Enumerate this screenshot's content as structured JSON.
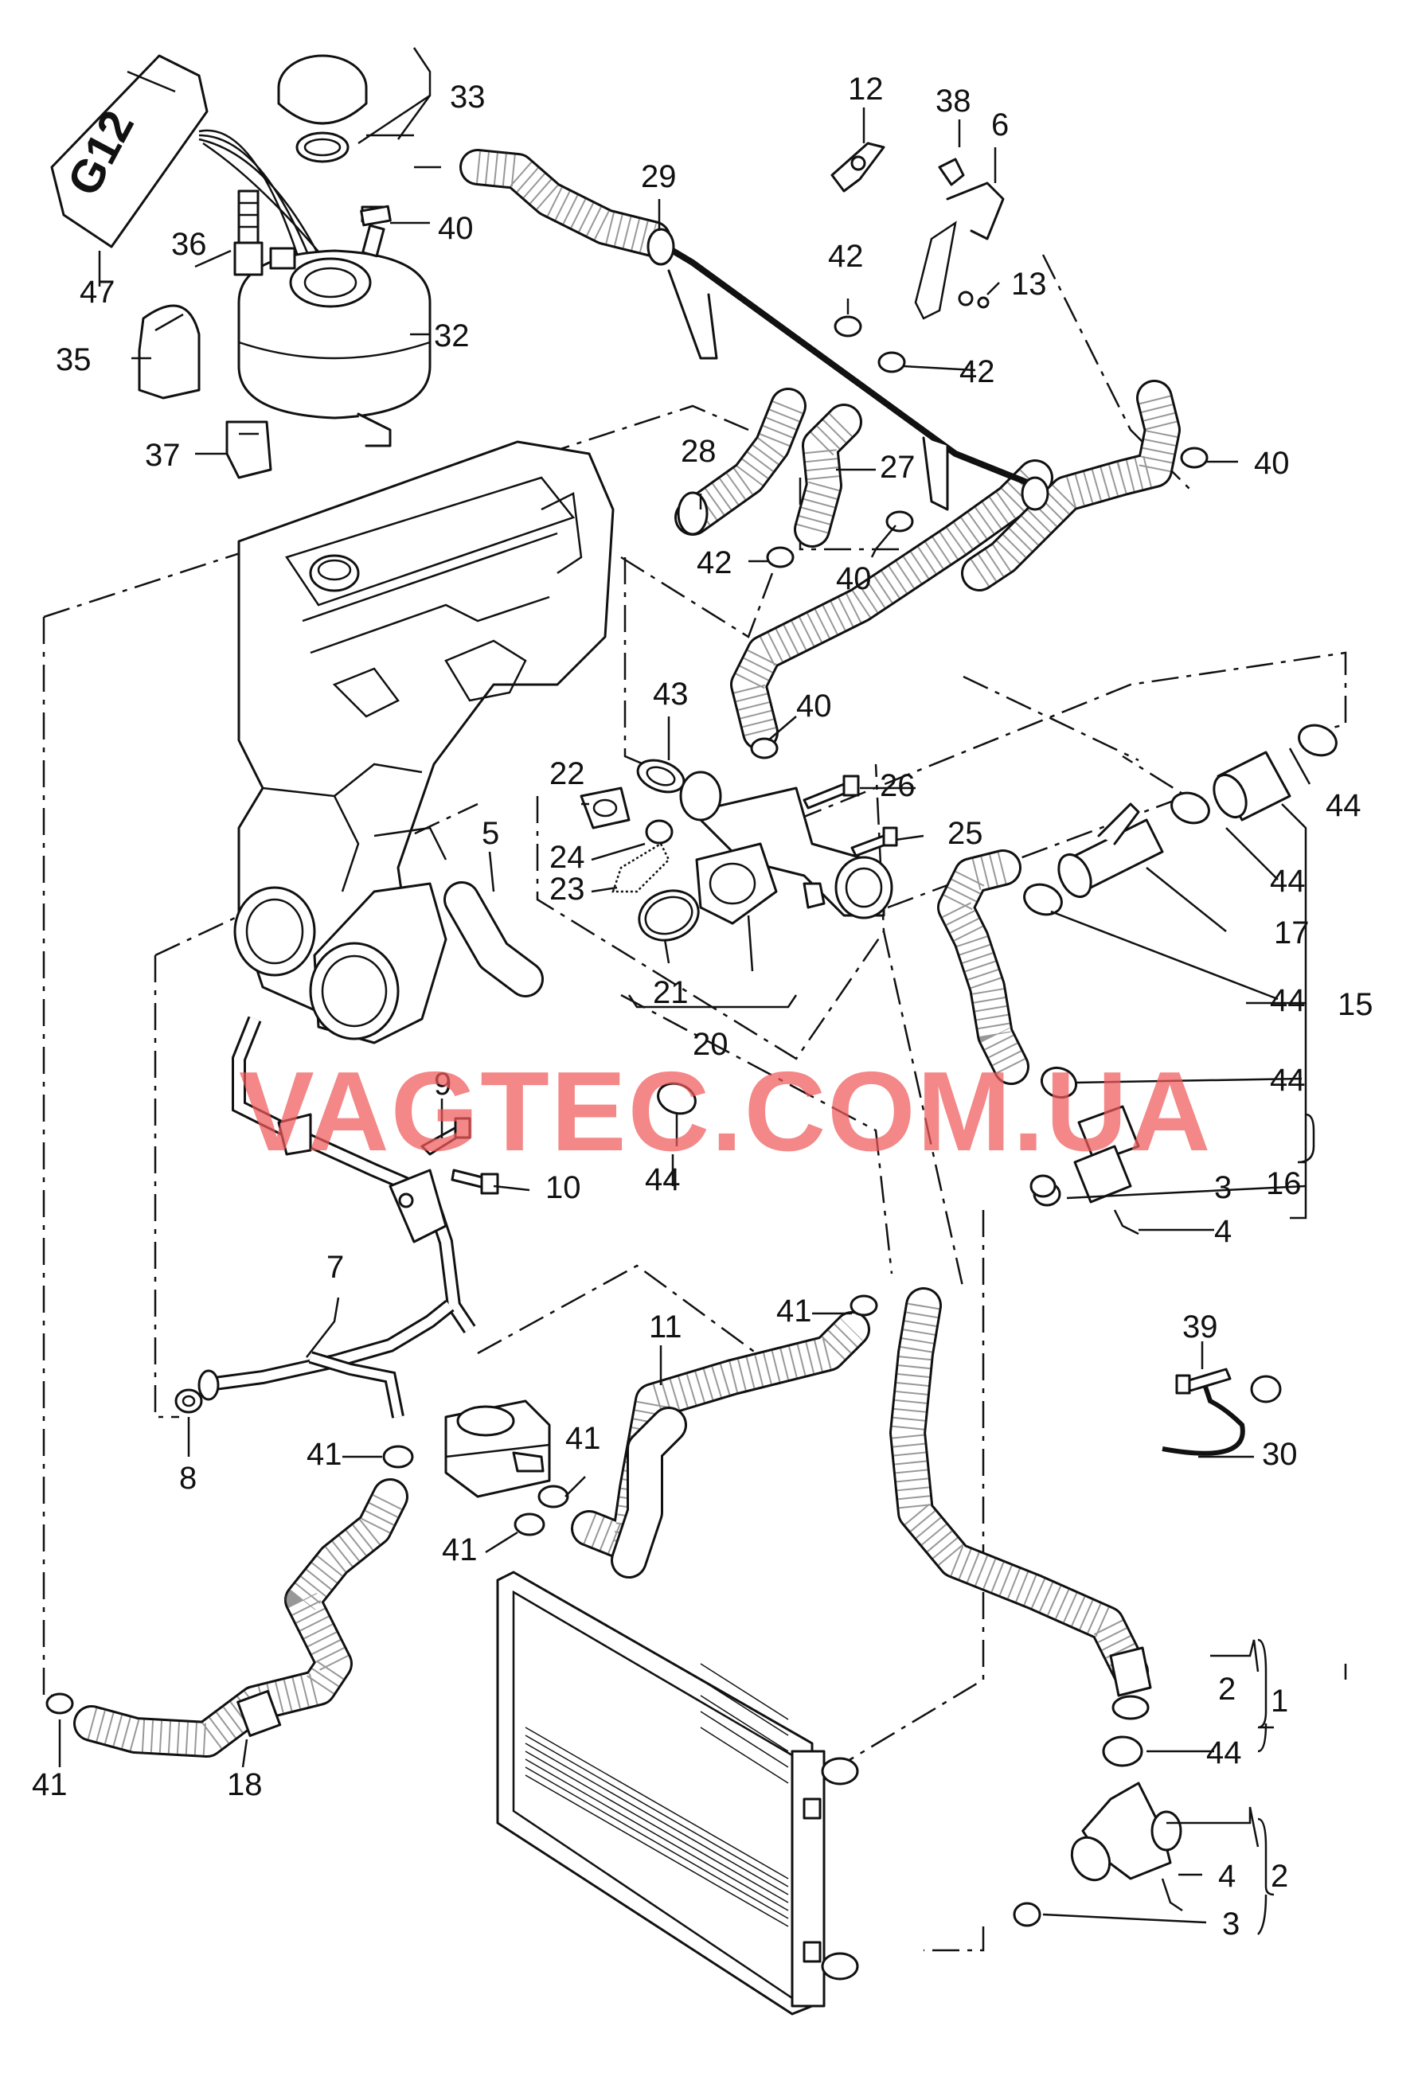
{
  "watermark": "VAGTEC.COM.UA",
  "tank_marking": "G12",
  "callouts": {
    "c1": "1",
    "c2a": "2",
    "c2b": "2",
    "c3a": "3",
    "c3b": "3",
    "c4a": "4",
    "c4b": "4",
    "c5": "5",
    "c6": "6",
    "c7": "7",
    "c8": "8",
    "c9": "9",
    "c10": "10",
    "c11": "11",
    "c12": "12",
    "c13": "13",
    "c15": "15",
    "c16": "16",
    "c17": "17",
    "c18": "18",
    "c20": "20",
    "c21": "21",
    "c22": "22",
    "c23": "23",
    "c24": "24",
    "c25": "25",
    "c26": "26",
    "c27": "27",
    "c28": "28",
    "c29": "29",
    "c30": "30",
    "c32": "32",
    "c33": "33",
    "c35": "35",
    "c36": "36",
    "c37": "37",
    "c38": "38",
    "c39": "39",
    "c40a": "40",
    "c40b": "40",
    "c40c": "40",
    "c40d": "40",
    "c41a": "41",
    "c41b": "41",
    "c41c": "41",
    "c41d": "41",
    "c42a": "42",
    "c42b": "42",
    "c42c": "42",
    "c43": "43",
    "c44a": "44",
    "c44b": "44",
    "c44c": "44",
    "c44d": "44",
    "c44e": "44",
    "c44f": "44",
    "c47": "47"
  }
}
